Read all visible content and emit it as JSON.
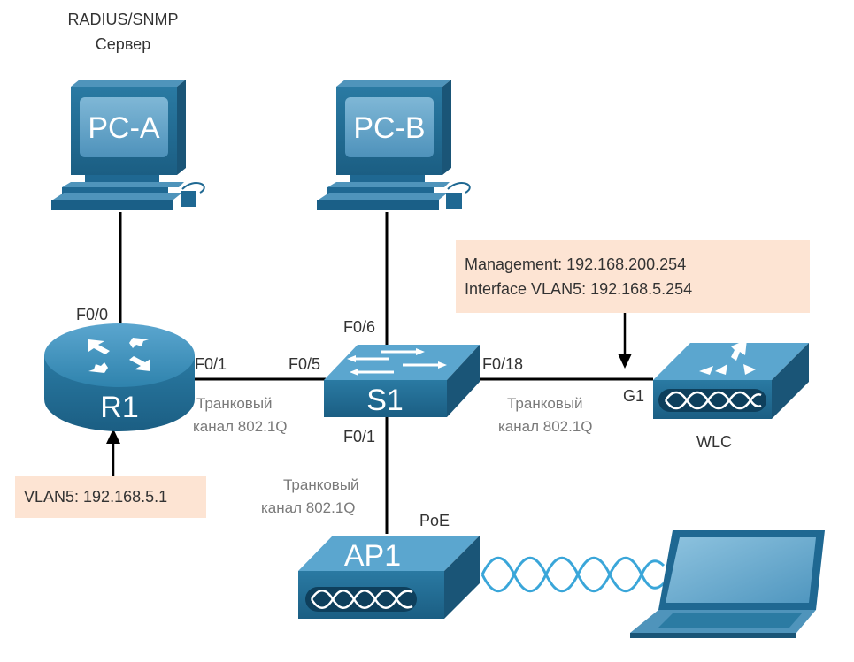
{
  "server": {
    "line1": "RADIUS/SNMP",
    "line2": "Сервер"
  },
  "devices": {
    "pc_a": "PC-A",
    "pc_b": "PC-B",
    "r1": "R1",
    "s1": "S1",
    "ap1": "AP1",
    "wlc": "WLC"
  },
  "ports": {
    "r1_f00": "F0/0",
    "r1_f01": "F0/1",
    "s1_f05": "F0/5",
    "s1_f06": "F0/6",
    "s1_f018": "F0/18",
    "s1_f01": "F0/1",
    "wlc_g1": "G1",
    "ap_poe": "PoE"
  },
  "trunks": {
    "r1_s1": {
      "line1": "Транковый",
      "line2": "канал 802.1Q"
    },
    "s1_wlc": {
      "line1": "Транковый",
      "line2": "канал 802.1Q"
    },
    "s1_ap": {
      "line1": "Транковый",
      "line2": "канал 802.1Q"
    }
  },
  "notes": {
    "wlc_line1": "Management: 192.168.200.254",
    "wlc_line2": "Interface VLAN5: 192.168.5.254",
    "r1": "VLAN5: 192.168.5.1"
  },
  "colors": {
    "device_blue": "#2b7ba3",
    "device_dark": "#1a5577",
    "note_bg": "#fde4d3",
    "link": "#000000",
    "wireless": "#3aa6d9"
  }
}
